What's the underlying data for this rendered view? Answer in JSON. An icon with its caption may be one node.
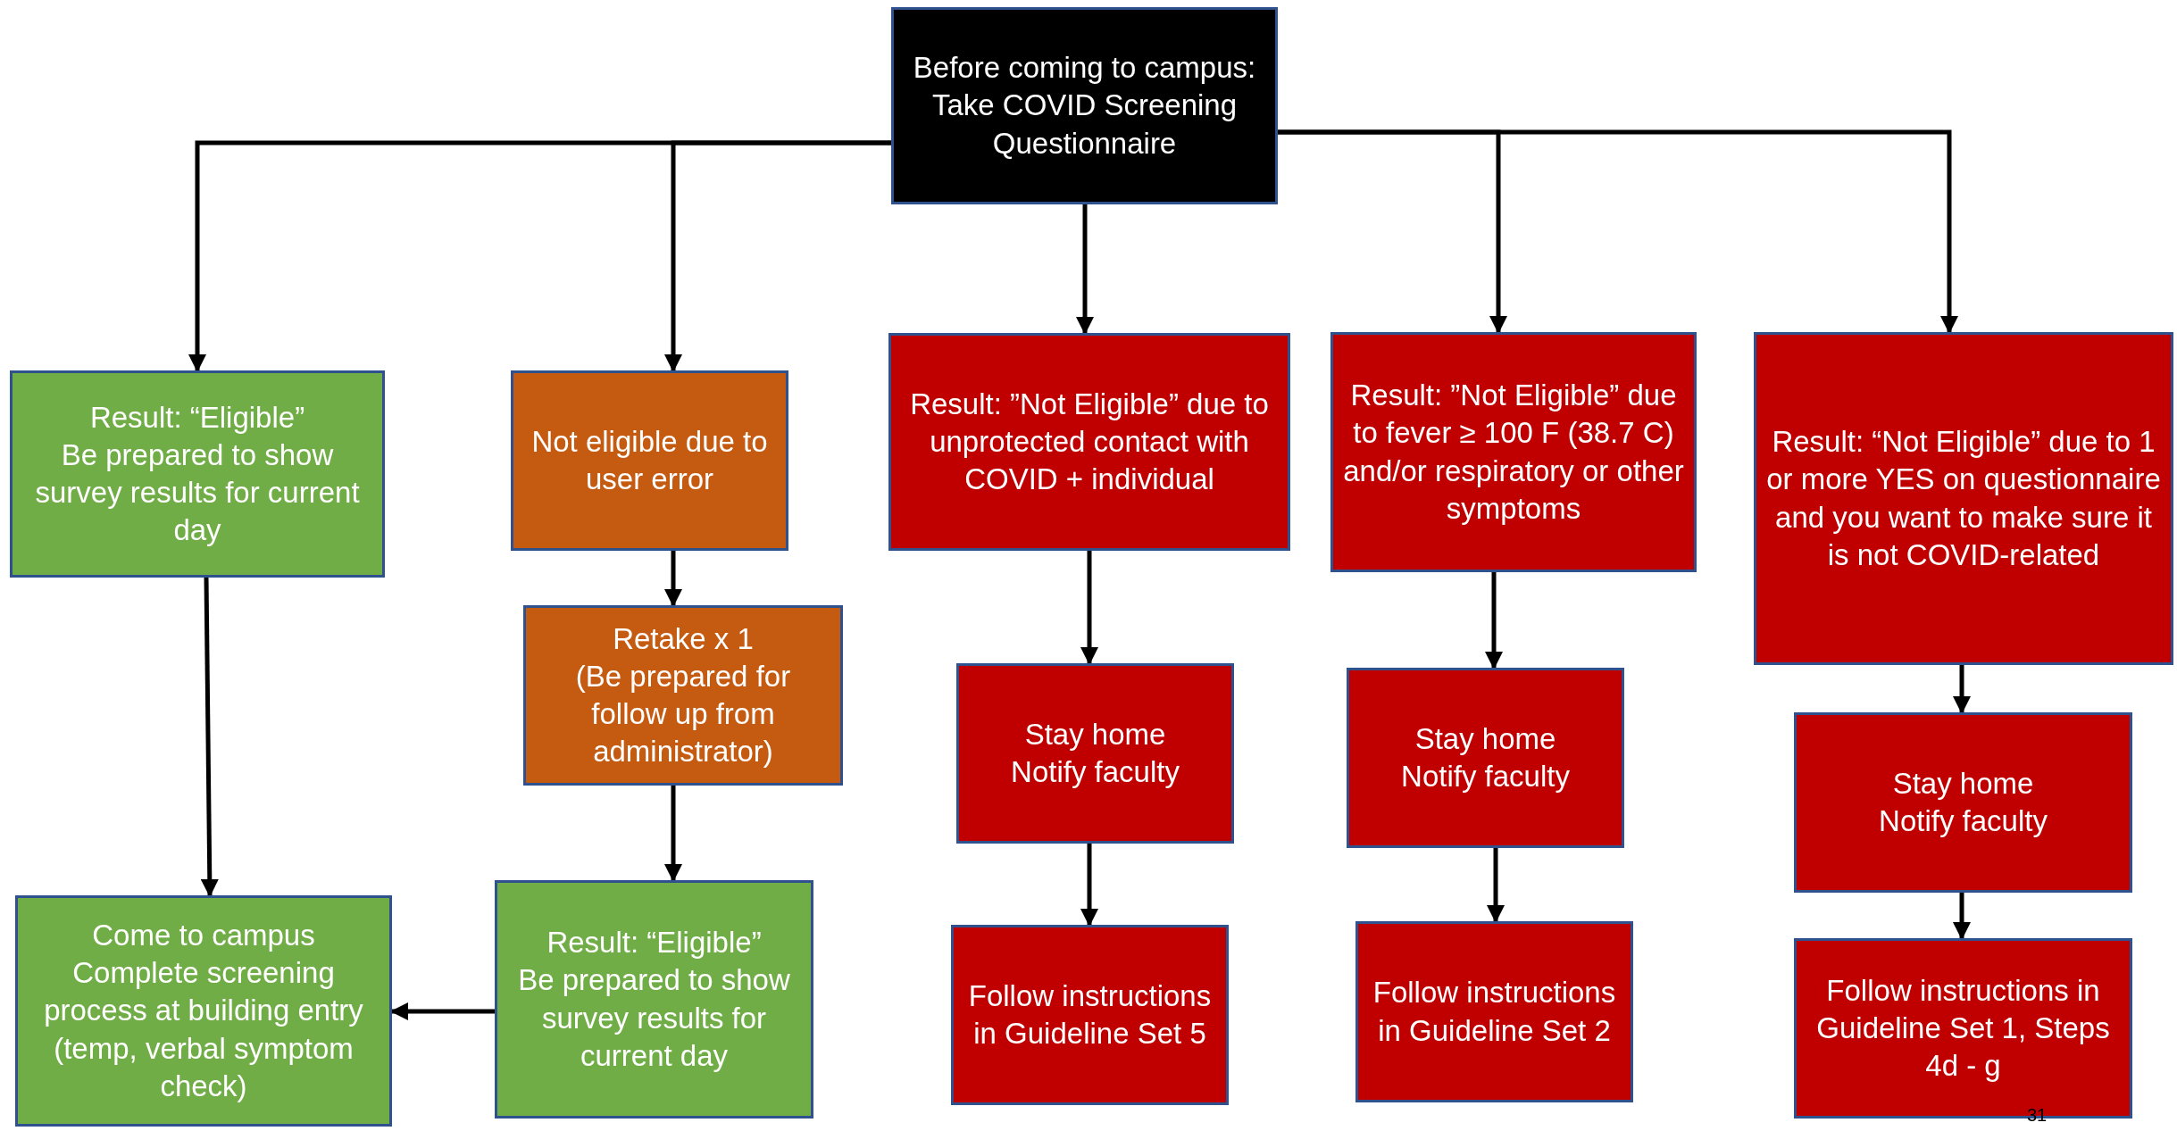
{
  "diagram": {
    "nodes": [
      {
        "text": [
          "Before coming to campus: Take COVID Screening Questionnaire"
        ]
      },
      {
        "text": [
          "Result: “Eligible”",
          "Be prepared to show survey results for current day"
        ]
      },
      {
        "text": [
          "Not eligible due to user error"
        ]
      },
      {
        "text": [
          "Retake x 1",
          "(Be prepared for follow up from administrator)"
        ]
      },
      {
        "text": [
          "Result: “Eligible”",
          "Be prepared to show survey results for current day"
        ]
      },
      {
        "text": [
          "Come to campus",
          "Complete screening process at building entry (temp, verbal symptom check)"
        ]
      },
      {
        "text": [
          "Result: ”Not Eligible” due to unprotected contact with COVID + individual"
        ]
      },
      {
        "text": [
          "Stay home",
          "Notify faculty"
        ]
      },
      {
        "text": [
          "Follow instructions in Guideline Set 5"
        ]
      },
      {
        "text": [
          "Result: ”Not Eligible” due to fever ≥ 100 F (38.7 C) and/or respiratory or other symptoms"
        ]
      },
      {
        "text": [
          "Stay home",
          "Notify faculty"
        ]
      },
      {
        "text": [
          "Follow instructions in Guideline Set 2"
        ]
      },
      {
        "text": [
          "Result: “Not Eligible” due to 1 or more YES on questionnaire",
          "and you want to make sure it is not COVID-related"
        ]
      },
      {
        "text": [
          "Stay home",
          "Notify faculty"
        ]
      },
      {
        "text": [
          "Follow instructions in Guideline Set 1, Steps 4d - g"
        ]
      }
    ],
    "edges": [
      {
        "from": 0,
        "to": 1,
        "arrow": "to"
      },
      {
        "from": 0,
        "to": 2,
        "arrow": "to"
      },
      {
        "from": 0,
        "to": 6,
        "arrow": "to"
      },
      {
        "from": 0,
        "to": 9,
        "arrow": "to"
      },
      {
        "from": 0,
        "to": 12,
        "arrow": "to"
      },
      {
        "from": 1,
        "to": 5,
        "arrow": "to"
      },
      {
        "from": 2,
        "to": 3,
        "arrow": "to"
      },
      {
        "from": 3,
        "to": 4,
        "arrow": "to"
      },
      {
        "from": 4,
        "to": 5,
        "arrow": "to"
      },
      {
        "from": 6,
        "to": 7,
        "arrow": "to"
      },
      {
        "from": 7,
        "to": 8,
        "arrow": "to"
      },
      {
        "from": 9,
        "to": 10,
        "arrow": "to"
      },
      {
        "from": 10,
        "to": 11,
        "arrow": "to"
      },
      {
        "from": 12,
        "to": 13,
        "arrow": "to"
      },
      {
        "from": 13,
        "to": 14,
        "arrow": "to"
      }
    ],
    "labels": [
      "31"
    ]
  }
}
